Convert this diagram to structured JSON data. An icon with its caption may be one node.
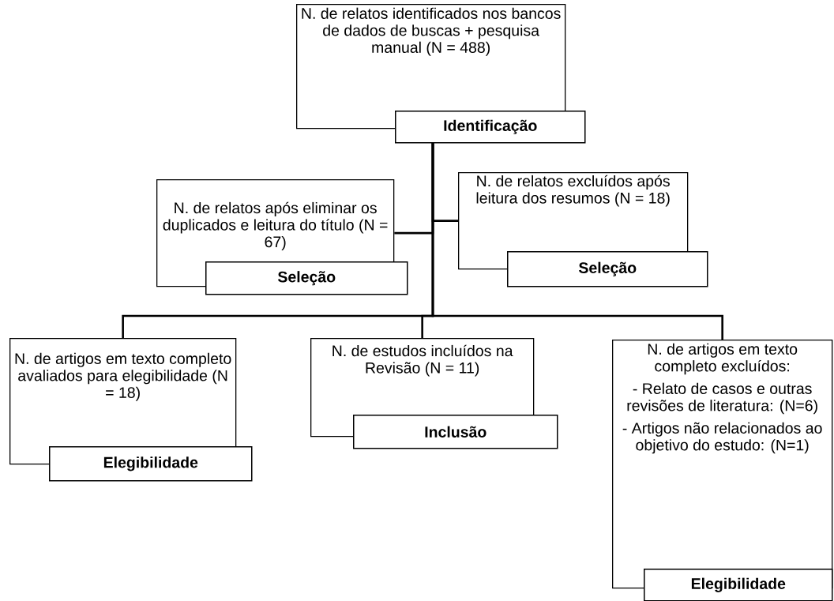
{
  "diagram": {
    "nodes": [
      {
        "text": [
          "N. de relatos identificados nos bancos de dados de buscas + pesquisa manual (N = 488)"
        ]
      },
      {
        "text": [
          "Identificação"
        ]
      },
      {
        "text": [
          "N. de relatos após eliminar os duplicados e leitura do título (N = 67)"
        ]
      },
      {
        "text": [
          "Seleção"
        ]
      },
      {
        "text": [
          "N. de relatos excluídos após leitura dos resumos (N = 18)"
        ]
      },
      {
        "text": [
          "Seleção"
        ]
      },
      {
        "text": [
          "N. de artigos em texto completo avaliados para elegibilidade (N = 18)"
        ]
      },
      {
        "text": [
          "Elegibilidade"
        ]
      },
      {
        "text": [
          "N. de estudos incluídos na Revisão (N = 11)"
        ]
      },
      {
        "text": [
          "Inclusão"
        ]
      },
      {
        "text": [
          "N. de artigos em texto completo excluídos:",
          "- Relato de casos e outras revisões de literatura: (N=6)",
          "- Artigos não relacionados ao objetivo do estudo: (N=1)"
        ]
      },
      {
        "text": [
          "Elegibilidade"
        ]
      }
    ],
    "edges": [
      {
        "from": 1,
        "to": 2,
        "arrow": "none"
      },
      {
        "from": 1,
        "to": 4,
        "arrow": "none"
      },
      {
        "from": 1,
        "to": 6,
        "arrow": "none"
      },
      {
        "from": 1,
        "to": 8,
        "arrow": "none"
      },
      {
        "from": 1,
        "to": 10,
        "arrow": "none"
      }
    ]
  }
}
